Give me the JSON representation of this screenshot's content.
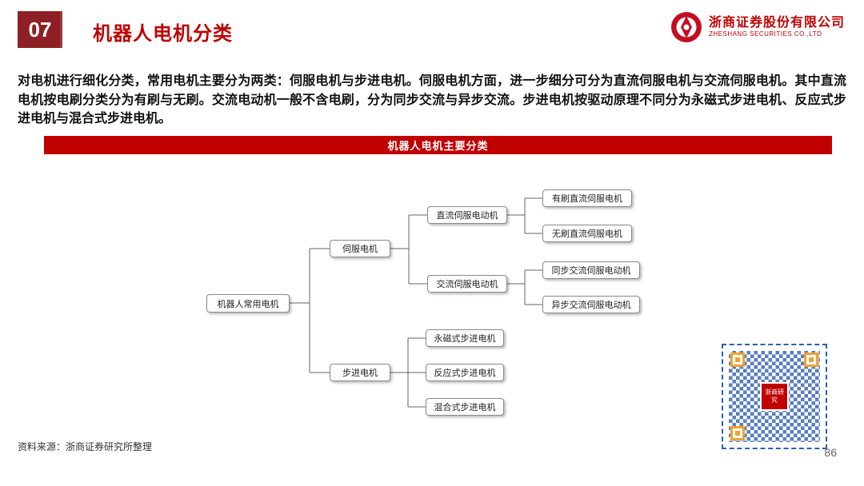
{
  "slide": {
    "number": "07",
    "title": "机器人电机分类",
    "source": "资料来源：浙商证券研究所整理",
    "page_number": "86"
  },
  "logo": {
    "company_cn": "浙商证券股份有限公司",
    "company_en": "ZHESHANG SECURITIES CO.,LTD"
  },
  "body": {
    "paragraph": "对电机进行细化分类，常用电机主要分为两类：伺服电机与步进电机。伺服电机方面，进一步细分可分为直流伺服电机与交流伺服电机。其中直流电机按电刷分类分为有刷与无刷。交流电动机一般不含电刷，分为同步交流与异步交流。步进电机按驱动原理不同分为永磁式步进电机、反应式步进电机与混合式步进电机。"
  },
  "banner": {
    "title": "机器人电机主要分类"
  },
  "tree": {
    "root": "机器人常用电机",
    "servo": "伺服电机",
    "stepper": "步进电机",
    "dc_servo": "直流伺服电动机",
    "ac_servo": "交流伺服电动机",
    "dc_brushed": "有刷直流伺服电机",
    "dc_brushless": "无刷直流伺服电机",
    "ac_sync": "同步交流伺服电动机",
    "ac_async": "异步交流伺服电动机",
    "step_pm": "永磁式步进电机",
    "step_reactive": "反应式步进电机",
    "step_hybrid": "混合式步进电机"
  },
  "qr": {
    "center_label": "浙商研究"
  },
  "colors": {
    "accent_red": "#c00000",
    "dark_red": "#8e1f24",
    "qr_blue": "#2b5fb8",
    "qr_orange": "#f0a32f"
  }
}
